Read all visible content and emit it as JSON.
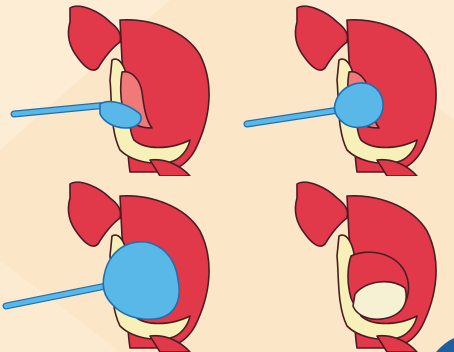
{
  "panels": [
    {
      "id": "step-1",
      "balloon": "small"
    },
    {
      "id": "step-2",
      "balloon": "medium"
    },
    {
      "id": "step-3",
      "balloon": "large"
    },
    {
      "id": "step-4",
      "balloon": "none"
    }
  ],
  "colors": {
    "background": "#fbe6c8",
    "tissue": "#e2394a",
    "tissue_light": "#f07a78",
    "outline": "#4a1c24",
    "bone": "#f7f0b8",
    "instrument": "#59b8e8",
    "instrument_dark": "#1f6fae",
    "cavity_fill": "#f6f1d3"
  }
}
